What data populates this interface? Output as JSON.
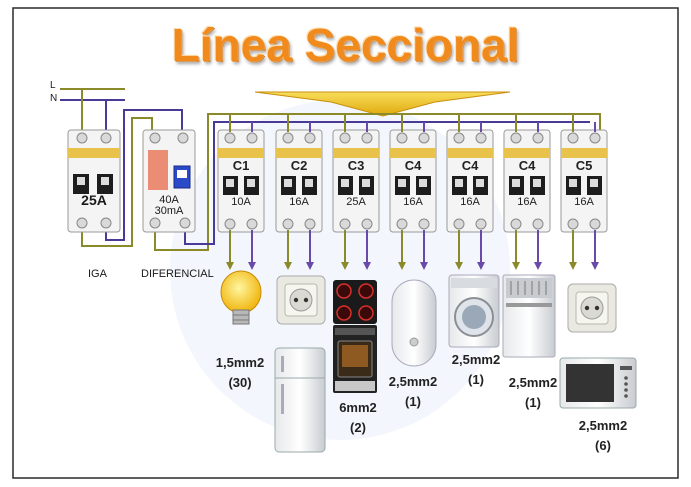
{
  "title": "Línea Seccional",
  "feed_labels": {
    "line": "L",
    "neutral": "N"
  },
  "main_breaker": {
    "rating": "25A",
    "label": "IGA"
  },
  "differential": {
    "rating_a": "40A",
    "rating_b": "30mA",
    "label": "DIFERENCIAL"
  },
  "circuits": [
    {
      "name": "C1",
      "rating": "10A",
      "wire": "1,5mm2",
      "count": "(30)",
      "loads": [
        "light-bulb-icon"
      ]
    },
    {
      "name": "C2",
      "rating": "16A",
      "wire": "",
      "count": "",
      "loads": [
        "wall-socket-icon",
        "refrigerator-icon"
      ]
    },
    {
      "name": "C3",
      "rating": "25A",
      "wire": "6mm2",
      "count": "(2)",
      "loads": [
        "ceramic-hob-icon",
        "oven-icon"
      ]
    },
    {
      "name": "C4",
      "rating": "16A",
      "wire": "2,5mm2",
      "count": "(1)",
      "loads": [
        "water-heater-icon"
      ]
    },
    {
      "name": "C4",
      "rating": "16A",
      "wire": "2,5mm2",
      "count": "(1)",
      "loads": [
        "washing-machine-icon"
      ]
    },
    {
      "name": "C4",
      "rating": "16A",
      "wire": "2,5mm2",
      "count": "(1)",
      "loads": [
        "dishwasher-icon"
      ]
    },
    {
      "name": "C5",
      "rating": "16A",
      "wire": "2,5mm2",
      "count": "(6)",
      "loads": [
        "wall-socket-icon",
        "microwave-icon"
      ]
    }
  ],
  "colors": {
    "title": "#f08a1c",
    "line_wire": "#8a8a2a",
    "neutral_wire": "#6a4aa8",
    "arrow": "#f2c417",
    "breaker_body": "#f4f4f4",
    "breaker_band": "#e8c24a"
  }
}
